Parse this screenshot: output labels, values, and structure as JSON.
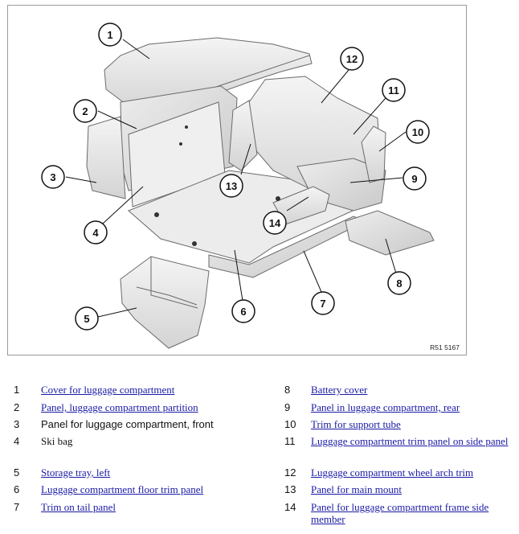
{
  "figure": {
    "reference_code": "R51 5167",
    "callouts": [
      "1",
      "2",
      "3",
      "4",
      "5",
      "6",
      "7",
      "8",
      "9",
      "10",
      "11",
      "12",
      "13",
      "14"
    ]
  },
  "legend": [
    {
      "num": "1",
      "label": "Cover for luggage compartment",
      "link": true
    },
    {
      "num": "2",
      "label": "Panel, luggage compartment partition",
      "link": true
    },
    {
      "num": "3",
      "label": "Panel for luggage compartment, front",
      "link": false
    },
    {
      "num": "4",
      "label": "Ski bag",
      "link": false
    },
    {
      "num": "5",
      "label": "Storage tray, left",
      "link": true
    },
    {
      "num": "6",
      "label": "Luggage compartment floor trim panel",
      "link": true
    },
    {
      "num": "7",
      "label": "Trim on tail panel",
      "link": true
    },
    {
      "num": "8",
      "label": "Battery cover",
      "link": true
    },
    {
      "num": "9",
      "label": "Panel in luggage compartment, rear",
      "link": true
    },
    {
      "num": "10",
      "label": "Trim for support tube",
      "link": true
    },
    {
      "num": "11",
      "label": "Luggage compartment trim panel on side panel",
      "link": true
    },
    {
      "num": "12",
      "label": "Luggage compartment wheel arch trim",
      "link": true
    },
    {
      "num": "13",
      "label": "Panel for main mount",
      "link": true
    },
    {
      "num": "14",
      "label": "Panel for luggage compartment frame side member",
      "link": true
    }
  ],
  "colors": {
    "link": "#1a1aa6",
    "border": "#9a9a9a",
    "part_fill": "#e6e6e6",
    "part_stroke": "#6a6a6a"
  }
}
